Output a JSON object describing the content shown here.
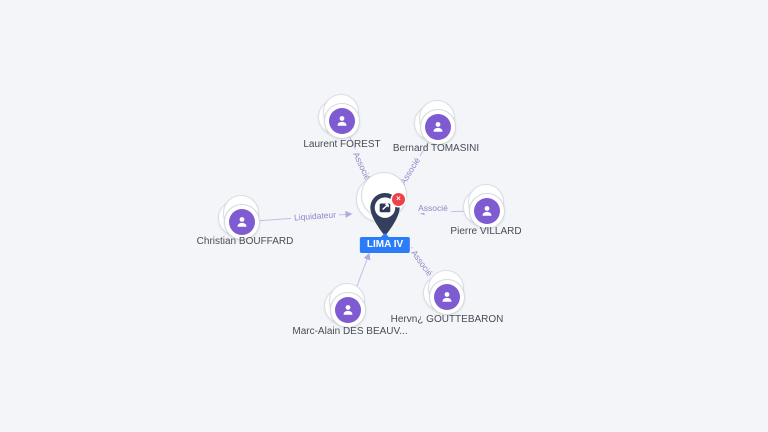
{
  "graph": {
    "company": {
      "name": "LIMA IV",
      "remove_glyph": "×"
    },
    "people": [
      {
        "name": "Laurent FOREST"
      },
      {
        "name": "Bernard TOMASINI"
      },
      {
        "name": "Christian BOUFFARD"
      },
      {
        "name": "Pierre VILLARD"
      },
      {
        "name": "Hervn¿ GOUTTEBARON"
      },
      {
        "name": "Marc-Alain DES BEAUV..."
      }
    ],
    "relations": [
      {
        "person": "Laurent FOREST",
        "label": "Associé"
      },
      {
        "person": "Bernard TOMASINI",
        "label": "Associé"
      },
      {
        "person": "Christian BOUFFARD",
        "label": "Liquidateur"
      },
      {
        "person": "Pierre VILLARD",
        "label": "Associé"
      },
      {
        "person": "Hervn¿ GOUTTEBARON",
        "label": "Associé"
      }
    ],
    "colors": {
      "background": "#f3f5f8",
      "person_accent": "#7e5bd1",
      "edge": "#c0b8e4",
      "edge_label": "#8f86c8",
      "company_label_bg": "#2b7cf7",
      "pin": "#333f5c",
      "remove_badge": "#ef4146"
    }
  }
}
